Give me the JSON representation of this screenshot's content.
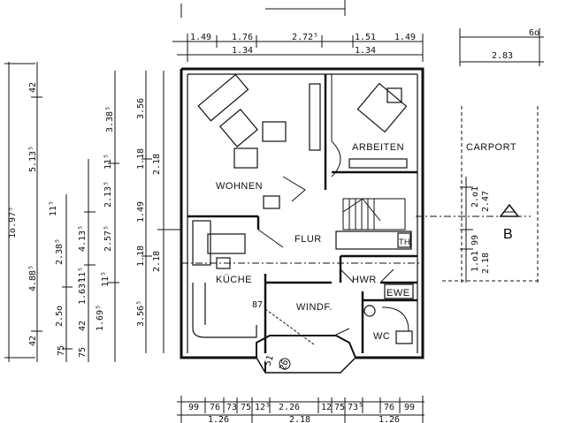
{
  "rooms": {
    "wohnen": "WOHNEN",
    "arbeiten": "ARBEITEN",
    "flur": "FLUR",
    "kuche": "KÜCHE",
    "hwr": "HWR",
    "ewe": "EWE",
    "windf": "WINDF.",
    "wc": "WC",
    "th": "TH.",
    "carport": "CARPORT",
    "section_mark": "B"
  },
  "dimensions": {
    "top_row1": [
      "1.49",
      "1.76",
      "2.72⁵",
      "1.51",
      "1.49"
    ],
    "top_row2": [
      "1.34",
      "1.34"
    ],
    "carport_top": [
      "6o",
      "2.83"
    ],
    "left_total": "1o.97⁵",
    "left_col_a": [
      "42",
      "5.13⁵",
      "4.88⁵",
      "42"
    ],
    "left_col_b": [
      "3.38⁵",
      "11⁵",
      "2.38⁵",
      "2.5o",
      "75"
    ],
    "left_col_c": [
      "11⁵",
      "2.13⁵",
      "4.13⁵",
      "1.63⁵",
      "42",
      "1.69⁵",
      "75"
    ],
    "left_col_d": [
      "11⁵",
      "2.57⁵",
      "11⁵",
      "3.56⁵"
    ],
    "left_col_e": [
      "3.56",
      "1.18",
      "1.49",
      "1.18"
    ],
    "left_col_f": [
      "2.18",
      "2.18"
    ],
    "right_side": [
      "2.o1",
      "2.47",
      "99",
      "1.o1",
      "2.18"
    ],
    "bottom_row1": [
      "99",
      "76",
      "73",
      "75",
      "12⁵",
      "2.26",
      "12",
      "75",
      "73⁵",
      "76",
      "99"
    ],
    "bottom_row2": [
      "1.26",
      "2.18",
      "1.26"
    ],
    "small": [
      "87",
      "51",
      "26"
    ]
  }
}
